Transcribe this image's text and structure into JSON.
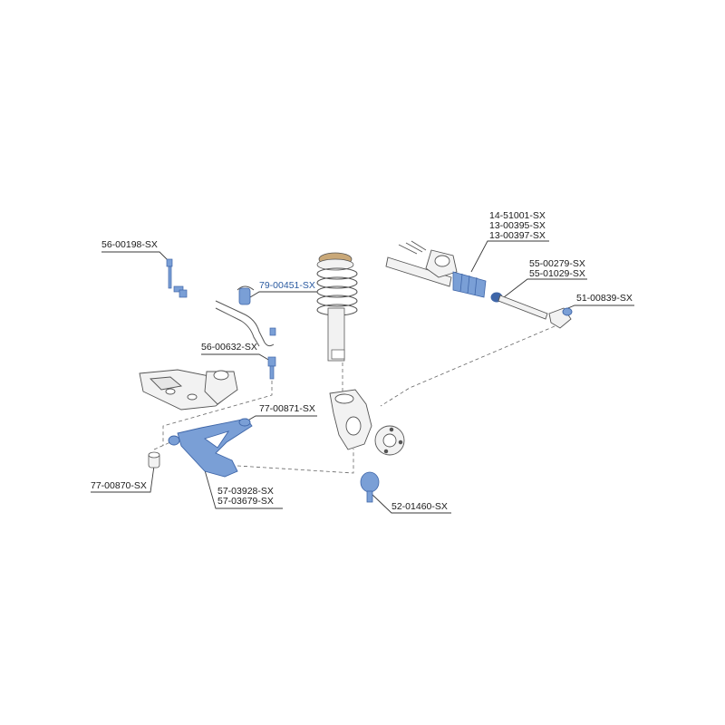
{
  "colors": {
    "line": "#3a3a3a",
    "outline": "#555555",
    "fill": "#f2f2f2",
    "part_blue": "#7a9fd6",
    "part_blue_dark": "#3f66a8",
    "highlight_text": "#2a5aa0"
  },
  "labels": {
    "sway_link": "56-00198-SX",
    "stab_bushing": "79-00451-SX",
    "end_link": "56-00632-SX",
    "rear_bushing": "77-00871-SX",
    "front_bushing": "77-00870-SX",
    "control_arm_1": "57-03928-SX",
    "control_arm_2": "57-03679-SX",
    "ball_joint": "52-01460-SX",
    "rack_boot_1": "14-51001-SX",
    "rack_boot_2": "13-00395-SX",
    "rack_boot_3": "13-00397-SX",
    "inner_tie_rod_1": "55-00279-SX",
    "inner_tie_rod_2": "55-01029-SX",
    "outer_tie_rod": "51-00839-SX"
  }
}
